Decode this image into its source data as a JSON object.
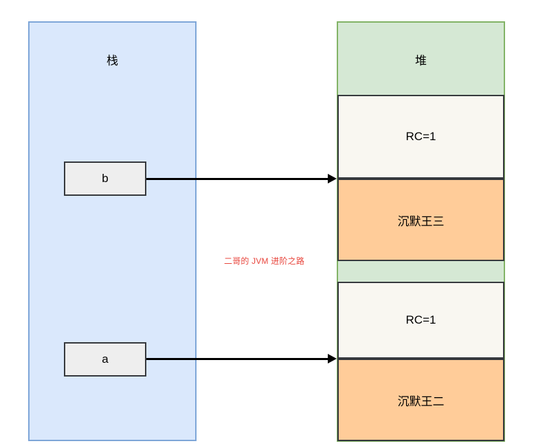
{
  "diagram": {
    "title_watermark": "二哥的 JVM 进阶之路",
    "watermark_color": "#e8453c",
    "stack": {
      "label": "栈",
      "fill_color": "#dae8fc",
      "border_color": "#7ea6d8",
      "variables": [
        {
          "name": "b",
          "label": "b"
        },
        {
          "name": "a",
          "label": "a"
        }
      ]
    },
    "heap": {
      "label": "堆",
      "fill_color": "#d5e8d4",
      "border_color": "#82b366",
      "objects": [
        {
          "ref_count_label": "RC=1",
          "object_label": "沉默王三",
          "ref_fill_color": "#f9f7f1",
          "object_fill_color": "#ffcc99"
        },
        {
          "ref_count_label": "RC=1",
          "object_label": "沉默王二",
          "ref_fill_color": "#f9f7f1",
          "object_fill_color": "#ffcc99"
        }
      ]
    },
    "arrows": [
      {
        "from": "b",
        "to": "沉默王三"
      },
      {
        "from": "a",
        "to": "沉默王二"
      }
    ]
  }
}
